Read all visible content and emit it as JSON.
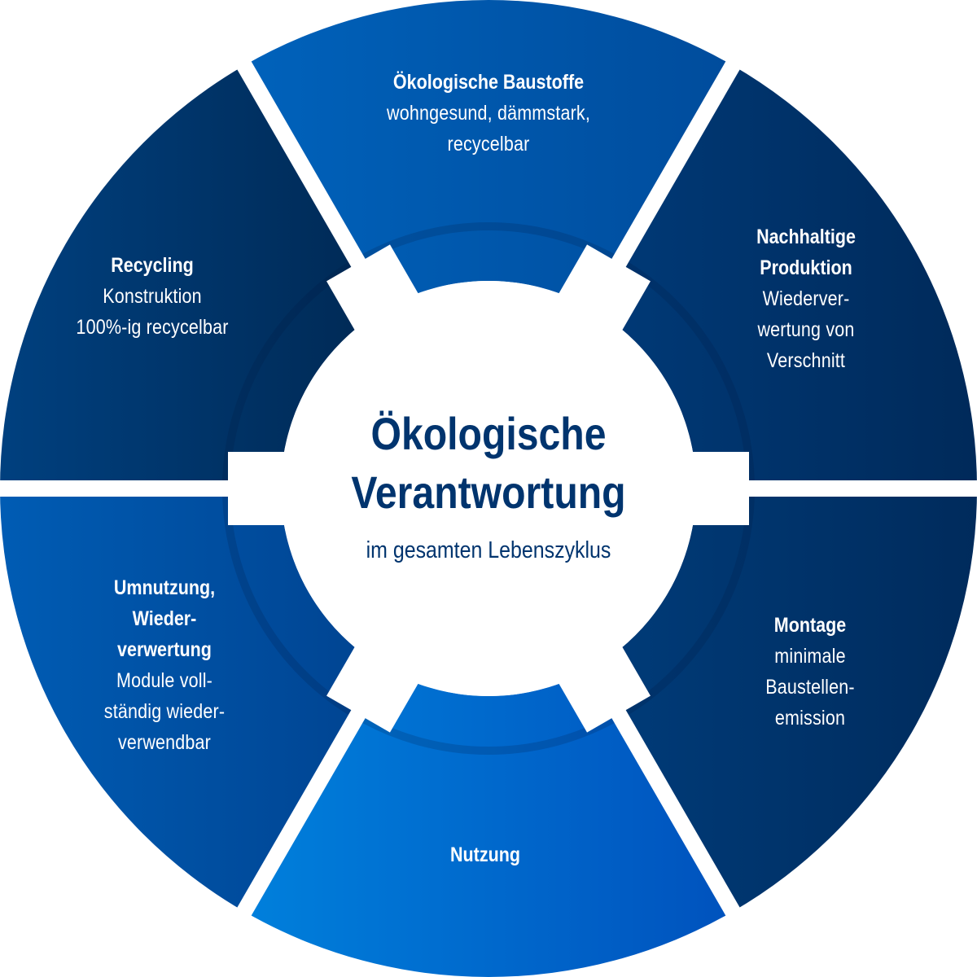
{
  "center": {
    "title_line1": "Ökologische",
    "title_line2": "Verantwortung",
    "subtitle": "im gesamten Lebenszyklus",
    "color": "#00346e"
  },
  "segments": [
    {
      "id": "baustoffe",
      "title_lines": [
        "Ökologische Baustoffe"
      ],
      "desc_lines": [
        "wohngesund, dämmstark,",
        "recycelbar"
      ],
      "color_from": "#0062bb",
      "color_to": "#004c9c"
    },
    {
      "id": "produktion",
      "title_lines": [
        "Nachhaltige",
        "Produktion"
      ],
      "desc_lines": [
        "Wiederver-",
        "wertung von",
        "Verschnitt"
      ],
      "color_from": "#003a78",
      "color_to": "#002a5a"
    },
    {
      "id": "montage",
      "title_lines": [
        "Montage"
      ],
      "desc_lines": [
        "minimale",
        "Baustellen-",
        "emission"
      ],
      "color_from": "#003c7a",
      "color_to": "#002b5c"
    },
    {
      "id": "nutzung",
      "title_lines": [
        "Nutzung"
      ],
      "desc_lines": [],
      "color_from": "#0080dc",
      "color_to": "#0052bd"
    },
    {
      "id": "umnutzung",
      "title_lines": [
        "Umnutzung,",
        "Wieder-",
        "verwertung"
      ],
      "desc_lines": [
        "Module voll-",
        "ständig wieder-",
        "verwendbar"
      ],
      "color_from": "#005cb4",
      "color_to": "#004390"
    },
    {
      "id": "recycling",
      "title_lines": [
        "Recycling"
      ],
      "desc_lines": [
        "Konstruktion",
        "100%-ig recycelbar"
      ],
      "color_from": "#00407f",
      "color_to": "#002954"
    }
  ]
}
